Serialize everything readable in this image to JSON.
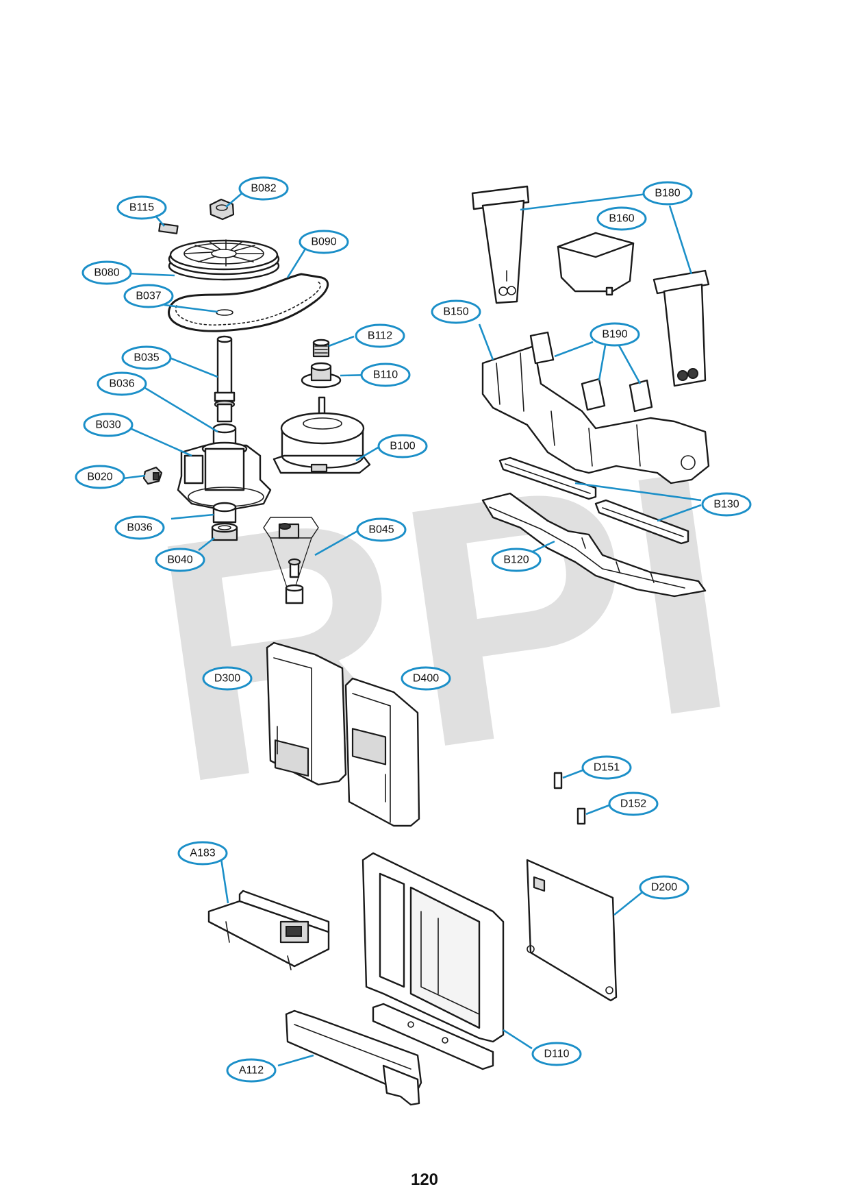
{
  "watermark": "RPI",
  "page_number": "120",
  "colors": {
    "callout": "#1b8fc8",
    "watermark": "#e0e0e0"
  },
  "callouts": [
    {
      "id": "B082",
      "label": "B082"
    },
    {
      "id": "B115",
      "label": "B115"
    },
    {
      "id": "B090",
      "label": "B090"
    },
    {
      "id": "B080",
      "label": "B080"
    },
    {
      "id": "B037",
      "label": "B037"
    },
    {
      "id": "B112",
      "label": "B112"
    },
    {
      "id": "B035",
      "label": "B035"
    },
    {
      "id": "B110",
      "label": "B110"
    },
    {
      "id": "B036a",
      "label": "B036"
    },
    {
      "id": "B030",
      "label": "B030"
    },
    {
      "id": "B100",
      "label": "B100"
    },
    {
      "id": "B020",
      "label": "B020"
    },
    {
      "id": "B036b",
      "label": "B036"
    },
    {
      "id": "B045",
      "label": "B045"
    },
    {
      "id": "B040",
      "label": "B040"
    },
    {
      "id": "B180",
      "label": "B180"
    },
    {
      "id": "B160",
      "label": "B160"
    },
    {
      "id": "B150",
      "label": "B150"
    },
    {
      "id": "B190",
      "label": "B190"
    },
    {
      "id": "B130",
      "label": "B130"
    },
    {
      "id": "B120",
      "label": "B120"
    },
    {
      "id": "D300",
      "label": "D300"
    },
    {
      "id": "D400",
      "label": "D400"
    },
    {
      "id": "D151",
      "label": "D151"
    },
    {
      "id": "D152",
      "label": "D152"
    },
    {
      "id": "A183",
      "label": "A183"
    },
    {
      "id": "D200",
      "label": "D200"
    },
    {
      "id": "D110",
      "label": "D110"
    },
    {
      "id": "A112",
      "label": "A112"
    }
  ]
}
